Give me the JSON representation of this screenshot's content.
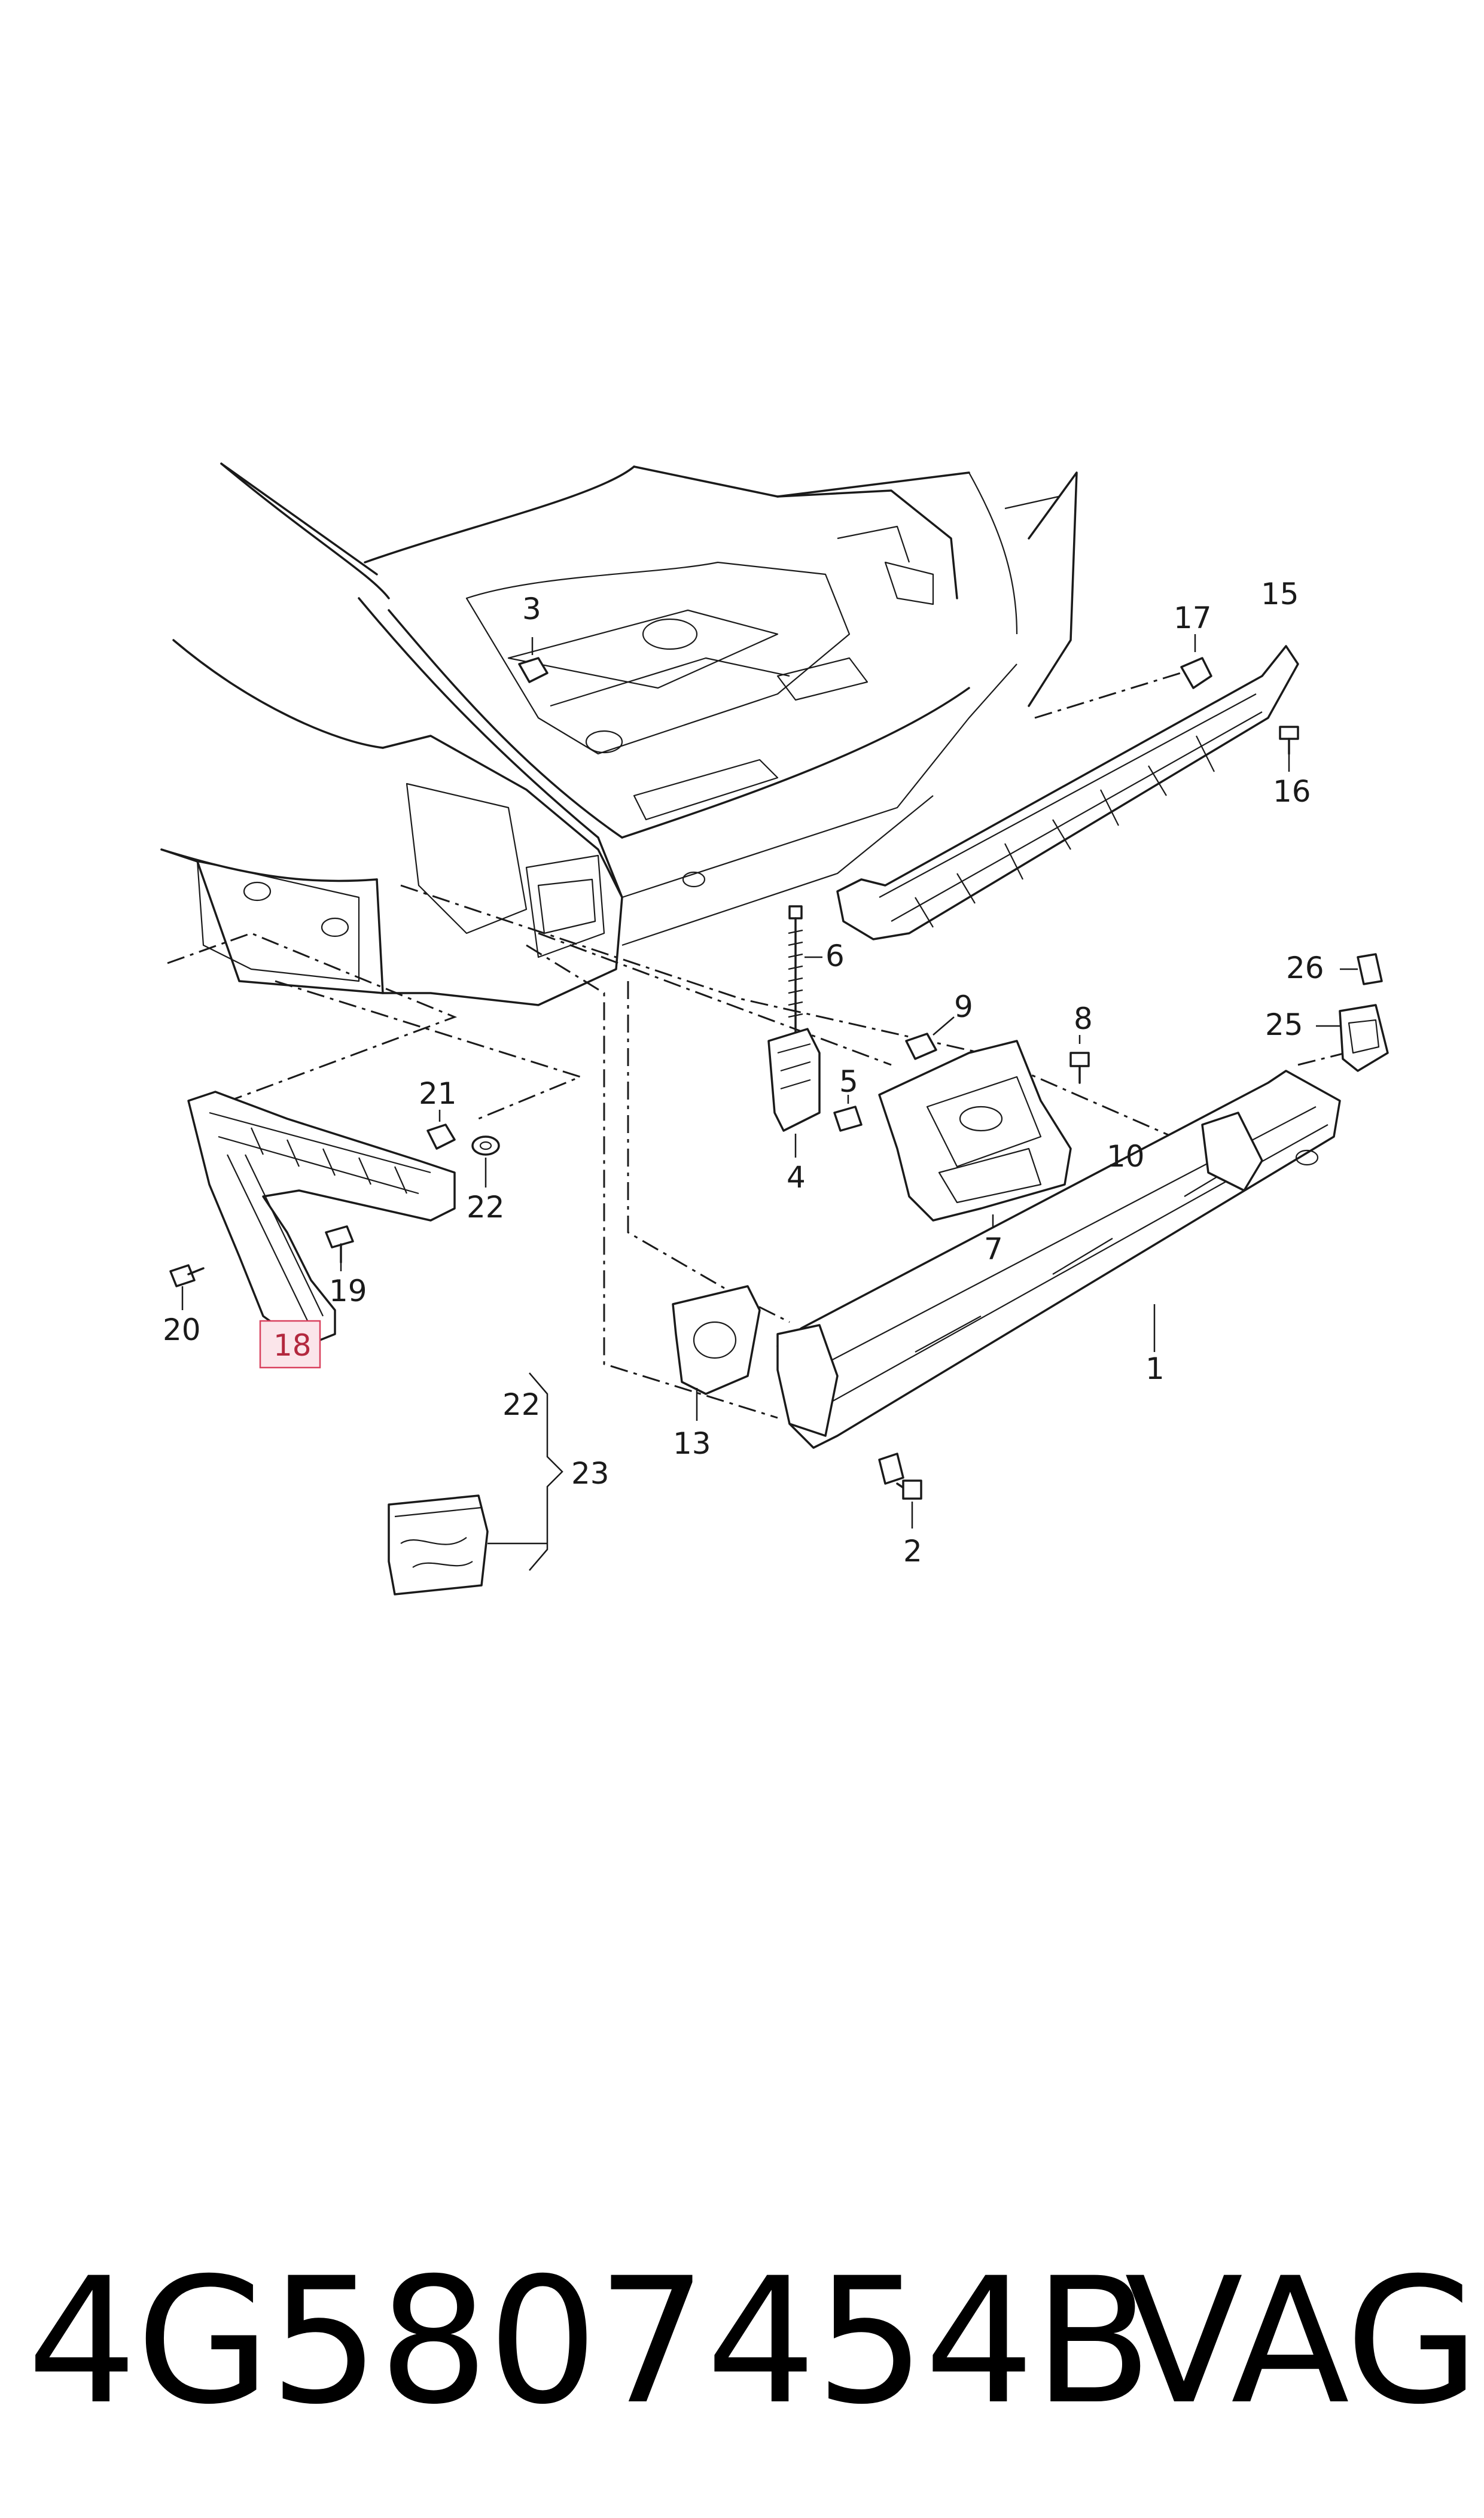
{
  "diagram": {
    "callouts": {
      "c1": "1",
      "c2": "2",
      "c3": "3",
      "c4": "4",
      "c5": "5",
      "c6": "6",
      "c7": "7",
      "c8": "8",
      "c9": "9",
      "c10": "10",
      "c13": "13",
      "c15": "15",
      "c16": "16",
      "c17": "17",
      "c18": "18",
      "c19": "19",
      "c20": "20",
      "c21": "21",
      "c22a": "22",
      "c22b": "22",
      "c23": "23",
      "c25": "25",
      "c26": "26"
    },
    "highlighted_callout": "18",
    "highlight_color": "#d9415e"
  },
  "footer": {
    "part_number": "4G5807454B",
    "brand": "VAG"
  }
}
